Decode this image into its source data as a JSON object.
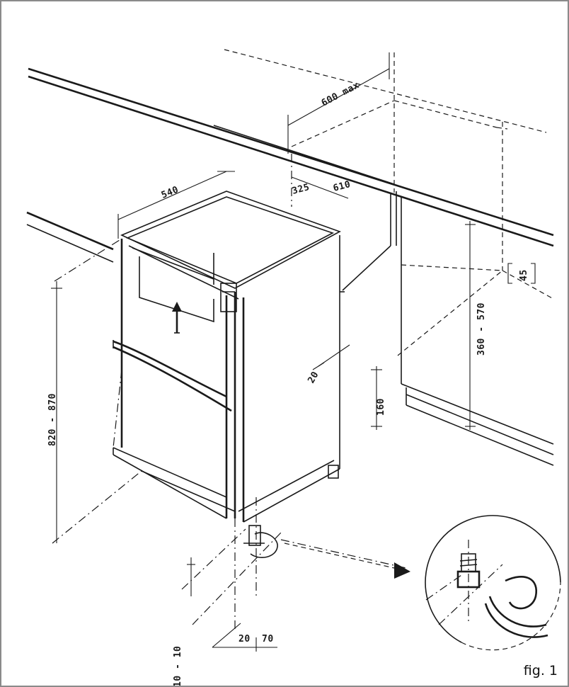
{
  "figure_label": "fig. 1",
  "dimensions": {
    "depth_top": "600 max",
    "width": "540",
    "offset_left": "325",
    "offset_right": "610",
    "right_height": "360 - 570",
    "gap": "20",
    "base": "160",
    "side_height": "820 - 870",
    "foot_height": "10 - 10",
    "bottom_a": "20",
    "bottom_b": "70",
    "vent": "45"
  },
  "colors": {
    "ink": "#1a1a1a",
    "frame": "#8a8a8a"
  }
}
